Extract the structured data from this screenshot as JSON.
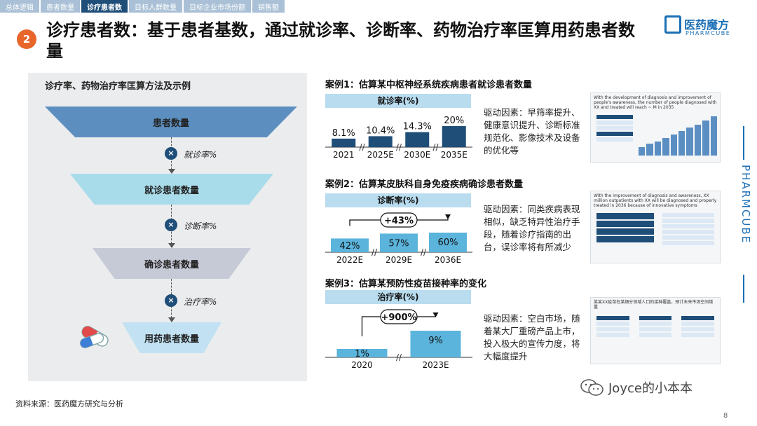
{
  "tabs": [
    {
      "label": "总体逻辑",
      "active": false
    },
    {
      "label": "患者数量",
      "active": false
    },
    {
      "label": "诊疗患者数",
      "active": true
    },
    {
      "label": "目标人群数量",
      "active": false
    },
    {
      "label": "目标企业市场份额",
      "active": false
    },
    {
      "label": "销售额",
      "active": false
    }
  ],
  "section_number": "2",
  "title": "诊疗患者数：基于患者基数，通过就诊率、诊断率、药物治疗率匡算用药患者数量",
  "logo": {
    "name": "医药魔方",
    "sub": "PHARMCUBE"
  },
  "side_brand": "PHARMCUBE",
  "left_panel": {
    "title": "诊疗率、药物治疗率匡算方法及示例",
    "stages": [
      "患者数量",
      "就诊患者数量",
      "确诊患者数量",
      "用药患者数量"
    ],
    "rates": [
      "就诊率%",
      "诊断率%",
      "治疗率%"
    ]
  },
  "cases": [
    {
      "title": "案例1：估算某中枢神经系统疾病患者就诊患者数量",
      "metric": "就诊率(%)",
      "driver": "驱动因素：早筛率提升、健康意识提升、诊断标准规范化、影像技术及设备的优化等",
      "thumb_title": "With the development of diagnosis and improvement of people's awareness, the number of people diagnosed with XX and treated will reach ~ M in 2035"
    },
    {
      "title": "案例2：估算某皮肤科自身免疫疾病确诊患者数量",
      "metric": "诊断率(%)",
      "growth": "+43%",
      "driver": "驱动因素：同类疾病表现相似，缺乏特异性治疗手段，随着诊疗指南的出台，误诊率将有所减少",
      "thumb_title": "With the improvement of diagnosis and awareness, XX million outpatients with XX will be diagnosed and properly treated in 2036 because of innovative symptoms"
    },
    {
      "title": "案例3：估算某预防性疫苗接种率的变化",
      "metric": "治疗率(%)",
      "growth": "+900%",
      "driver": "驱动因素：空白市场，随着某大厂重磅产品上市，投入极大的宣传力度，将大幅度提升",
      "thumb_title": "某某XX疫苗在某细分领域人口的接种覆盖，预计未来市场空间增量"
    }
  ],
  "chart_data": [
    {
      "type": "bar",
      "categories": [
        "2021",
        "2025E",
        "2030E",
        "2035E"
      ],
      "values": [
        8.1,
        10.4,
        14.3,
        20
      ],
      "labels": [
        "8.1%",
        "10.4%",
        "14.3%",
        "20%"
      ],
      "color": "#1f4e79"
    },
    {
      "type": "bar",
      "categories": [
        "2022E",
        "2029E",
        "2036E"
      ],
      "values": [
        42,
        57,
        60
      ],
      "labels": [
        "42%",
        "57%",
        "60%"
      ],
      "color": "#5bb4dc",
      "annotation": "+43%"
    },
    {
      "type": "bar",
      "categories": [
        "2020",
        "2023E"
      ],
      "values": [
        1,
        9
      ],
      "labels": [
        "1%",
        "9%"
      ],
      "color": "#5bb4dc",
      "annotation": "+900%"
    }
  ],
  "source": "资料来源：医药魔方研究与分析",
  "watermark": "Joyce的小本本",
  "page_number": "8"
}
